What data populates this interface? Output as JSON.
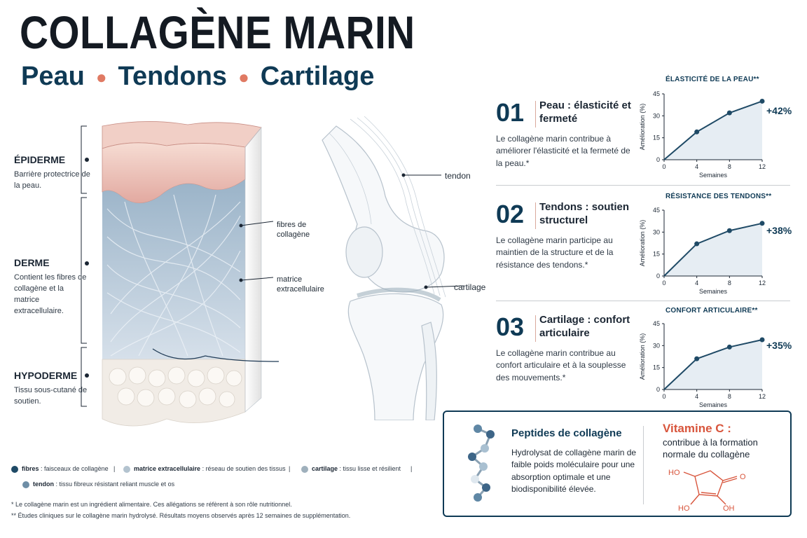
{
  "header": {
    "title": "COLLAGÈNE MARIN",
    "subtitle_parts": [
      "Peau",
      "Tendons",
      "Cartilage"
    ]
  },
  "layers": [
    {
      "name": "ÉPIDERME",
      "desc": "Barrière protectrice de la peau."
    },
    {
      "name": "DERME",
      "desc": "Contient les fibres de collagène et la matrice extracellulaire."
    },
    {
      "name": "HYPODERME",
      "desc": "Tissu sous-cutané de soutien."
    }
  ],
  "callouts": {
    "fibres": "fibres de collagène",
    "matrice": "matrice extracellulaire",
    "tendon": "tendon",
    "cartilage": "cartilage"
  },
  "rows": [
    {
      "num": "01",
      "title": "Peau : élasticité et fermeté",
      "desc": "Le collagène marin contribue à améliorer l'élasticité et la fermeté de la peau.*"
    },
    {
      "num": "02",
      "title": "Tendons : soutien structurel",
      "desc": "Le collagène marin participe au maintien de la structure et de la résistance des tendons.*"
    },
    {
      "num": "03",
      "title": "Cartilage : confort articulaire",
      "desc": "Le collagène marin contribue au confort articulaire et à la souplesse des mouvements.*"
    }
  ],
  "chart_data": [
    {
      "type": "line",
      "title": "ÉLASTICITÉ DE LA PEAU**",
      "xlabel": "Semaines",
      "ylabel": "Amélioration (%)",
      "x": [
        0,
        4,
        8,
        12
      ],
      "y": [
        0,
        19,
        32,
        40
      ],
      "xticks": [
        "0",
        "4",
        "8",
        "12"
      ],
      "yticks": [
        "0",
        "15",
        "30",
        "45"
      ],
      "ylim": [
        0,
        45
      ],
      "end_label": "+42%",
      "color": "#1f4a66",
      "fill": "#e6edf3"
    },
    {
      "type": "line",
      "title": "RÉSISTANCE DES TENDONS**",
      "xlabel": "Semaines",
      "ylabel": "Amélioration (%)",
      "x": [
        0,
        4,
        8,
        12
      ],
      "y": [
        0,
        22,
        31,
        36
      ],
      "xticks": [
        "0",
        "4",
        "8",
        "12"
      ],
      "yticks": [
        "0",
        "15",
        "30",
        "45"
      ],
      "ylim": [
        0,
        45
      ],
      "end_label": "+38%",
      "color": "#1f4a66",
      "fill": "#e6edf3"
    },
    {
      "type": "line",
      "title": "CONFORT ARTICULAIRE**",
      "xlabel": "Semaines",
      "ylabel": "Amélioration (%)",
      "x": [
        0,
        4,
        8,
        12
      ],
      "y": [
        0,
        21,
        29,
        34
      ],
      "xticks": [
        "0",
        "4",
        "8",
        "12"
      ],
      "yticks": [
        "0",
        "15",
        "30",
        "45"
      ],
      "ylim": [
        0,
        45
      ],
      "end_label": "+35%",
      "color": "#1f4a66",
      "fill": "#e6edf3"
    }
  ],
  "peptides": {
    "title": "Peptides de collagène",
    "desc": "Hydrolysat de collagène marin de faible poids moléculaire pour une absorption optimale et une biodisponibilité élevée.",
    "vitamin_title": "Vitamine C :",
    "vitamin_desc": "contribue à la formation normale du collagène",
    "molecule_labels": {
      "ho_top": "HO",
      "o": "O",
      "ho_bottom": "HO",
      "oh": "OH"
    }
  },
  "legend": [
    {
      "term": "fibres",
      "desc": " : faisceaux de collagène",
      "color": "#1f4a66"
    },
    {
      "term": "matrice extracellulaire",
      "desc": " : réseau de soutien des tissus",
      "color": "#b3c3cf"
    },
    {
      "term": "cartilage",
      "desc": " : tissu lisse et résilient",
      "color": "#9fb0bc"
    },
    {
      "term": "tendon",
      "desc": " : tissu fibreux résistant reliant muscle et os",
      "color": "#6e8ea6"
    }
  ],
  "notes": [
    "* Le collagène marin est un ingrédient alimentaire. Ces allégations se réfèrent à son rôle nutritionnel.",
    "** Études cliniques sur le collagène marin hydrolysé. Résultats moyens observés après 12 semaines de supplémentation."
  ],
  "colors": {
    "accent": "#e07a63",
    "navy": "#0f3a55",
    "vitamin": "#d8553c"
  }
}
